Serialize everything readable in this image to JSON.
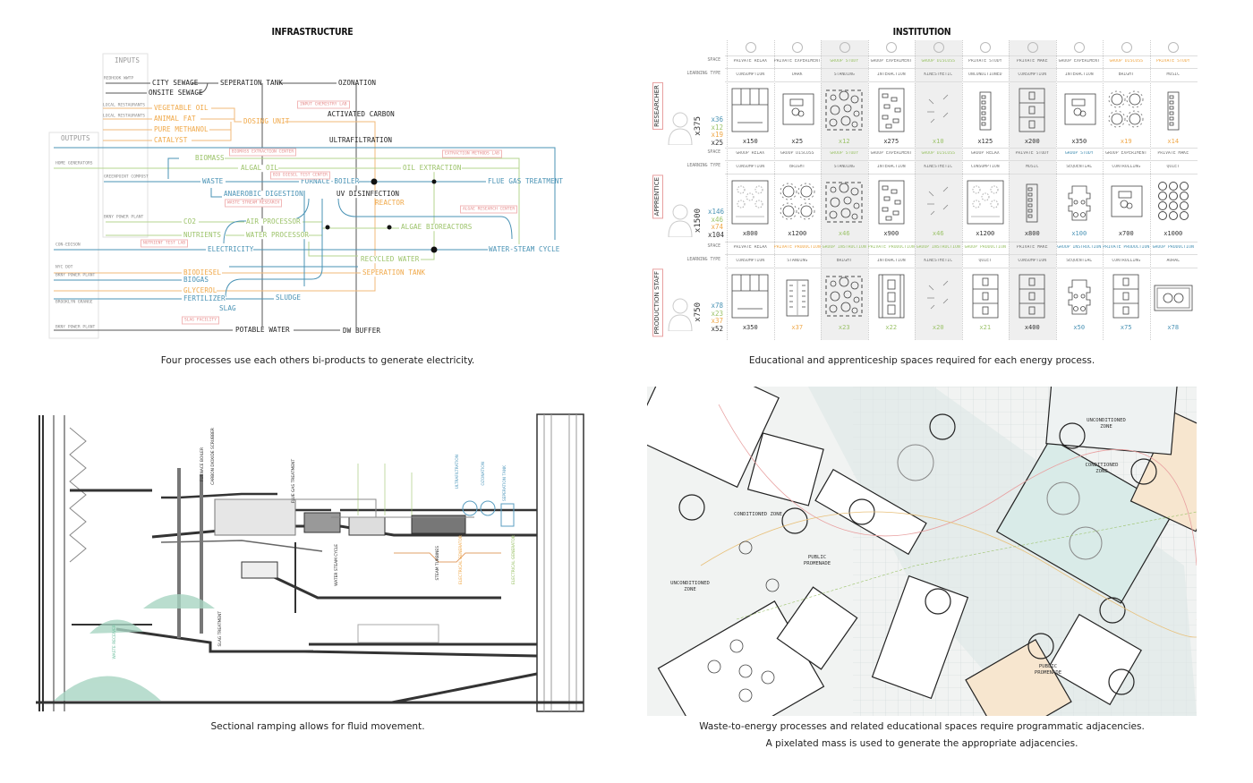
{
  "infrastructure": {
    "title": "INFRASTRUCTURE",
    "caption": "Four processes use each others bi-products to generate electricity.",
    "inputs_label": "INPUTS",
    "outputs_label": "OUTPUTS",
    "sources": {
      "redhook": "REDHOOK WWTP",
      "restaurants1": "LOCAL RESTAURANTS",
      "restaurants2": "LOCAL RESTAURANTS",
      "home_generators": "HOME GENERATORS",
      "greenpoint": "GREENPOINT COMPOST",
      "bkny1": "BKNY POWER PLANT",
      "con_edison": "CON-EDISON",
      "nyc_dot": "NYC DOT",
      "bkny2": "BKNY POWER PLANT",
      "brooklyn_grange": "BROOKLYN GRANGE",
      "bkny3": "BKNY POWER PLANT"
    },
    "nodes": {
      "city_sewage": "CITY SEWAGE",
      "onsite_sewage": "ONSITE SEWAGE",
      "separation_tank": "SEPERATION TANK",
      "ozonation": "OZONATION",
      "vegetable_oil": "VEGETABLE OIL",
      "animal_fat": "ANIMAL FAT",
      "pure_methanol": "PURE METHANOL",
      "catalyst": "CATALYST",
      "dosing_unit": "DOSING UNIT",
      "activated_carbon": "ACTIVATED CARBON",
      "ultrafiltration": "ULTRAFILTRATION",
      "biomass": "BIOMASS",
      "algal_oil": "ALGAL OIL",
      "oil_extraction": "OIL EXTRACTION",
      "waste": "WASTE",
      "furnace_boiler": "FURNACE-BOILER",
      "flue_gas": "FLUE GAS TREATMENT",
      "anaerobic": "ANAEROBIC DIGESTION",
      "uv": "UV DISINFECTION",
      "reactor": "REACTOR",
      "co2": "CO2",
      "air_processor": "AIR PROCESSOR",
      "algae_bioreactors": "ALGAE BIOREACTORS",
      "nutrients": "NUTRIENTS",
      "water_processor": "WATER PROCESSOR",
      "electricity": "ELECTRICITY",
      "water_steam": "WATER-STEAM CYCLE",
      "recycled_water": "RECYCLED WATER",
      "biodiesel": "BIODIESEL",
      "separation_tank2": "SEPERATION TANK",
      "biogas": "BIOGAS",
      "glycerol": "GLYCEROL",
      "fertilizer": "FERTILIZER",
      "sludge": "SLUDGE",
      "slag": "SLAG",
      "potable_water": "POTABLE WATER",
      "dw_buffer": "DW BUFFER"
    },
    "labs": {
      "input_chem": "INPUT CHEMISTRY LAB",
      "biomass_center": "BIOMASS EXTRACTION CENTER",
      "extraction_lab": "EXTRACTION METHODS LAB",
      "biodiesel_center": "BIO DIESEL TEST CENTER",
      "waste_research": "WASTE STREAM RESEARCH",
      "algae_center": "ALGAE RESEARCH CENTER",
      "nutrient_lab": "NUTRIENT TEST LAB",
      "slag_facility": "SLAG FACILITY"
    }
  },
  "institution": {
    "title": "INSTITUTION",
    "caption": "Educational and apprenticeship spaces required for each energy process.",
    "space_label": "SPACE",
    "learning_label": "LEARNING TYPE",
    "colors": {
      "black": "#333333",
      "green": "#9cc36a",
      "orange": "#f0a848",
      "blue": "#4a93b5"
    },
    "roles": [
      {
        "label": "RESEARCHER",
        "total": "x375",
        "breakdown": [
          {
            "v": "x36",
            "c": "blue"
          },
          {
            "v": "x12",
            "c": "green"
          },
          {
            "v": "x19",
            "c": "orange"
          },
          {
            "v": "x25",
            "c": "black"
          }
        ],
        "cells": [
          {
            "space": "PRIVATE RELAX",
            "learning": "CONSUMPTION",
            "count": "x150",
            "color": "black",
            "icon": "lounge"
          },
          {
            "space": "PRIVATE EXPERIMENT",
            "learning": "DARK",
            "count": "x25",
            "color": "black",
            "icon": "lab"
          },
          {
            "space": "GROUP STUDY",
            "learning": "STANDING",
            "count": "x12",
            "color": "green",
            "icon": "circles"
          },
          {
            "space": "GROUP EXPERIMENT",
            "learning": "INTERACTION",
            "count": "x275",
            "color": "black",
            "icon": "desks"
          },
          {
            "space": "GROUP DISCUSS",
            "learning": "KINESTHETIC",
            "count": "x10",
            "color": "green",
            "icon": "kinesthetic"
          },
          {
            "space": "PRIVATE STUDY",
            "learning": "UNCONDITIONED",
            "count": "x125",
            "color": "black",
            "icon": "carrels"
          },
          {
            "space": "PRIVATE MAKE",
            "learning": "CONSUMPTION",
            "count": "x200",
            "color": "black",
            "icon": "rooms"
          },
          {
            "space": "GROUP EXPERIMENT",
            "learning": "INTERACTION",
            "count": "x350",
            "color": "black",
            "icon": "lab"
          },
          {
            "space": "GROUP DISCUSS",
            "learning": "BRIGHT",
            "count": "x19",
            "color": "orange",
            "icon": "round-tables"
          },
          {
            "space": "PRIVATE STUDY",
            "learning": "MUSIC",
            "count": "x14",
            "color": "orange",
            "icon": "carrels"
          }
        ]
      },
      {
        "label": "APPRENTICE",
        "total": "x1500",
        "breakdown": [
          {
            "v": "x146",
            "c": "blue"
          },
          {
            "v": "x46",
            "c": "green"
          },
          {
            "v": "x74",
            "c": "orange"
          },
          {
            "v": "x104",
            "c": "black"
          }
        ],
        "cells": [
          {
            "space": "GROUP RELAX",
            "learning": "CONSUMPTION",
            "count": "x800",
            "color": "black",
            "icon": "lounge-tables"
          },
          {
            "space": "GROUP DISCUSS",
            "learning": "BRIGHT",
            "count": "x1200",
            "color": "black",
            "icon": "round-tables"
          },
          {
            "space": "GROUP STUDY",
            "learning": "STANDING",
            "count": "x46",
            "color": "green",
            "icon": "circles"
          },
          {
            "space": "GROUP EXPERIMENT",
            "learning": "INTERACTION",
            "count": "x900",
            "color": "black",
            "icon": "desks"
          },
          {
            "space": "GROUP DISCUSS",
            "learning": "KINESTHETIC",
            "count": "x46",
            "color": "green",
            "icon": "kinesthetic"
          },
          {
            "space": "GROUP RELAX",
            "learning": "CONSUMPTION",
            "count": "x1200",
            "color": "black",
            "icon": "lounge-tables"
          },
          {
            "space": "PRIVATE STUDY",
            "learning": "MUSIC",
            "count": "x800",
            "color": "black",
            "icon": "carrels"
          },
          {
            "space": "GROUP STUDY",
            "learning": "SEQUENTIAL",
            "count": "x100",
            "color": "blue",
            "icon": "cross"
          },
          {
            "space": "GROUP EXPERIMENT",
            "learning": "CONTROLLING",
            "count": "x700",
            "color": "black",
            "icon": "lab"
          },
          {
            "space": "PRIVATE MAKE",
            "learning": "QUIET",
            "count": "x1000",
            "color": "black",
            "icon": "grid-circles"
          }
        ]
      },
      {
        "label": "PRODUCTION STAFF",
        "total": "x750",
        "breakdown": [
          {
            "v": "x78",
            "c": "blue"
          },
          {
            "v": "x23",
            "c": "green"
          },
          {
            "v": "x37",
            "c": "orange"
          },
          {
            "v": "x52",
            "c": "black"
          }
        ],
        "cells": [
          {
            "space": "PRIVATE RELAX",
            "learning": "CONSUMPTION",
            "count": "x350",
            "color": "black",
            "icon": "lounge"
          },
          {
            "space": "PRIVATE PRODUCTION",
            "learning": "STANDING",
            "count": "x37",
            "color": "orange",
            "icon": "benches"
          },
          {
            "space": "GROUP INSTRUCTION",
            "learning": "BRIGHT",
            "count": "x23",
            "color": "green",
            "icon": "circles"
          },
          {
            "space": "PRIVATE PRODUCTION",
            "learning": "INTERACTION",
            "count": "x22",
            "color": "green",
            "icon": "bays"
          },
          {
            "space": "GROUP INSTRUCTION",
            "learning": "KINESTHETIC",
            "count": "x20",
            "color": "green",
            "icon": "kinesthetic"
          },
          {
            "space": "GROUP PRODUCTION",
            "learning": "QUIET",
            "count": "x21",
            "color": "green",
            "icon": "rooms"
          },
          {
            "space": "PRIVATE MAKE",
            "learning": "CONSUMPTION",
            "count": "x400",
            "color": "black",
            "icon": "rooms"
          },
          {
            "space": "GROUP INSTRUCTION",
            "learning": "SEQUENTIAL",
            "count": "x50",
            "color": "blue",
            "icon": "cross"
          },
          {
            "space": "PRIVATE PRODUCTION",
            "learning": "CONTROLLING",
            "count": "x75",
            "color": "blue",
            "icon": "rooms"
          },
          {
            "space": "GROUP PRODUCTION",
            "learning": "AURAL",
            "count": "x78",
            "color": "blue",
            "icon": "assembly"
          }
        ]
      }
    ]
  },
  "section": {
    "caption": "Sectional ramping allows for fluid movement.",
    "labels": {
      "furnace": "FURNACE BOILER",
      "scrubber": "CARBON DIOXIDE SCRUBBER",
      "flue": "FLUE GAS TREATMENT",
      "steam": "WATER STEAM CYCLE",
      "turbines": "STEAM TURBINES",
      "gen1": "ELECTRICAL GENERATOR",
      "gen2": "ELECTRICAL GENERATOR",
      "slag": "SLAG TREATMENT",
      "receiver": "WASTE RECEIVER",
      "ultra": "ULTRAFILTRATION",
      "ozone": "OZONATION",
      "septank": "SEPERATION TANK"
    }
  },
  "plan": {
    "caption_1": "Waste-to-energy processes and related educational spaces require programmatic adjacencies.",
    "caption_2": "A pixelated mass is used to generate the appropriate adjacencies.",
    "labels": {
      "unconditioned_1": "UNCONDITIONED ZONE",
      "conditioned_1": "CONDITIONED ZONE",
      "public_1": "PUBLIC PROMENADE",
      "unconditioned_2": "UNCONDITIONED ZONE",
      "conditioned_2": "CONDITIONED ZONE",
      "public_2": "PUBLIC PROMENADE"
    }
  }
}
